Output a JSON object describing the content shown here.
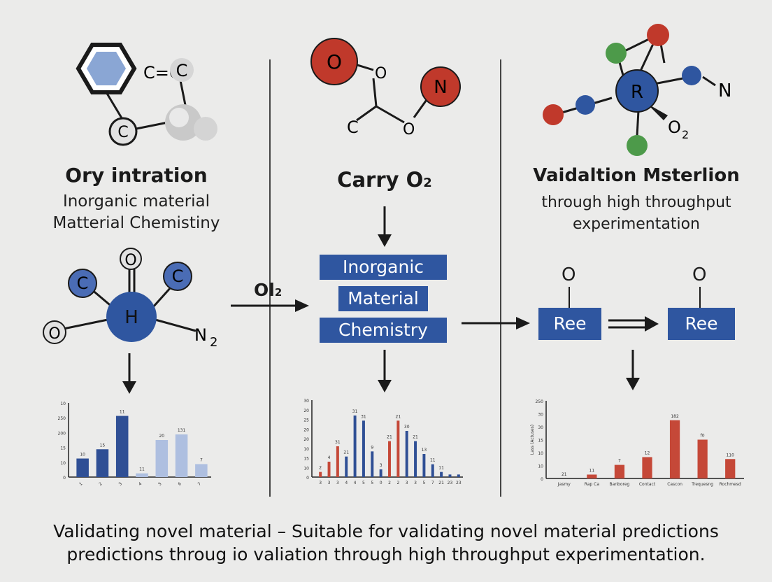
{
  "colors": {
    "background": "#ebebea",
    "navy": "#2f56a0",
    "bar_blue": "#2f4f95",
    "bar_light": "#aebfe0",
    "bar_red": "#c54838",
    "atom_red": "#c0392b",
    "atom_green": "#4d9a4a",
    "atom_gray": "#bdbdbd"
  },
  "panel_left": {
    "title": "Ory intration",
    "line1": "Inorganic material",
    "line2": "Matterial Chemistiny",
    "top_molecule": {
      "ring_label": "",
      "atom_c1": "C=C",
      "atom_c2": "C"
    },
    "bottom_molecule": {
      "center": "H",
      "top": "O",
      "left": "C",
      "right": "C",
      "far_left": "O",
      "n_label": "N",
      "n_sub": "2"
    },
    "arrow_label": "Ol",
    "arrow_label_sub": "2"
  },
  "panel_middle": {
    "title": "Carry O",
    "title_sub": "2",
    "top_molecule": {
      "o_big": "O",
      "o_small1": "O",
      "c": "C",
      "o_small2": "O",
      "n": "N"
    },
    "boxes": [
      "Inorganic",
      "Material",
      "Chemistry"
    ]
  },
  "panel_right": {
    "title": "Vaidaltion Msterlion",
    "line1": "through high throughput",
    "line2": "experimentation",
    "top_molecule": {
      "center": "R",
      "n": "N",
      "o2": "O",
      "o2_sub": "2"
    },
    "box_left": "Ree",
    "box_right": "Ree",
    "o_left": "O",
    "o_right": "O"
  },
  "chart_data": [
    {
      "type": "bar",
      "categories": [
        "1",
        "2",
        "3",
        "4",
        "5",
        "6",
        "7"
      ],
      "values": [
        10,
        15,
        33,
        2,
        20,
        23,
        7
      ],
      "value_labels": [
        "10",
        "15",
        "11",
        "11",
        "20",
        "131",
        "7"
      ],
      "ylim": [
        0,
        40
      ],
      "ytick_labels": [
        "10",
        "250",
        "200",
        "15",
        "10",
        "0"
      ]
    },
    {
      "type": "bar",
      "categories": [
        "3",
        "3",
        "3",
        "4",
        "4",
        "5",
        "5",
        "0",
        "2",
        "2",
        "3",
        "3",
        "5",
        "7",
        "21",
        "23",
        "23"
      ],
      "values": [
        2,
        6,
        12,
        8,
        24,
        22,
        10,
        3,
        14,
        22,
        18,
        14,
        9,
        5,
        2,
        1,
        1
      ],
      "value_labels": [
        "2",
        "4",
        "31",
        "21",
        "31",
        "31",
        "9",
        "3",
        "21",
        "21",
        "30",
        "21",
        "13",
        "11",
        "11",
        "",
        ""
      ],
      "ylim": [
        0,
        30
      ],
      "ytick_labels": [
        "30",
        "20",
        "25",
        "20",
        "20",
        "10",
        "15",
        "10",
        "0"
      ]
    },
    {
      "type": "bar",
      "categories": [
        "Jasmy",
        "Rap Ca",
        "Banboreg",
        "Contact",
        "Cascon",
        "Trequesng",
        "Rochmesd"
      ],
      "values": [
        0,
        2,
        7,
        11,
        30,
        20,
        10
      ],
      "value_labels": [
        "21",
        "11",
        "7",
        "12",
        "182",
        "f0",
        "110"
      ],
      "ylim": [
        0,
        40
      ],
      "ylabel": "Lass (Actuses)",
      "ytick_labels": [
        "250",
        "30",
        "30",
        "15",
        "10",
        "10",
        "0"
      ]
    }
  ],
  "footer": {
    "line1": "Validating novel material – Suitable for validating novel material predictions",
    "line2": "predictions throug  io valiation through high throughput experimentation."
  }
}
